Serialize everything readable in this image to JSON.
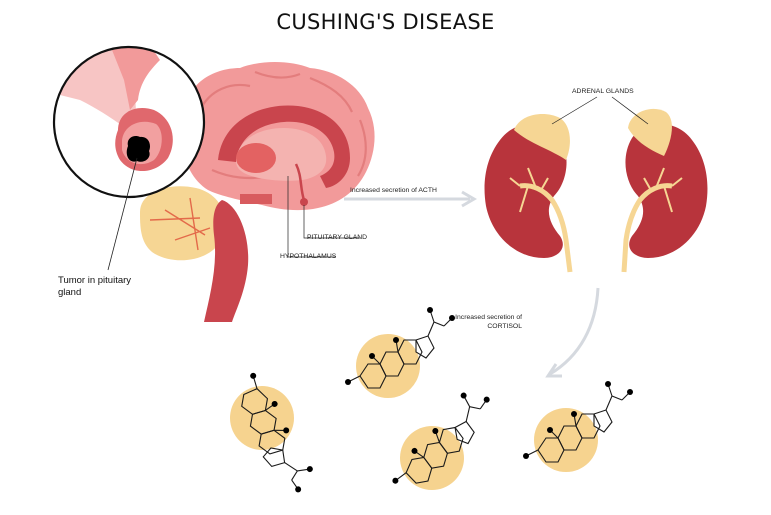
{
  "title": "CUSHING'S DISEASE",
  "labels": {
    "tumor": "Tumor in pituitary gland",
    "pituitary": "PITUITARY GLAND",
    "hypothalamus": "HYPOTHALAMUS",
    "adrenal": "ADRENAL GLANDS",
    "acth": "Increased secretion of ACTH",
    "cortisol_line1": "Increased secretion of",
    "cortisol_line2": "CORTISOL"
  },
  "colors": {
    "brain_pink": "#f29a9a",
    "brain_dark": "#c9454d",
    "kidney_red": "#b8343c",
    "adrenal_yellow": "#f6d694",
    "molecule_circle": "#f6d38f",
    "arrow_gray": "#d5d9df",
    "tumor_black": "#000000"
  },
  "icons": [
    "brain-illustration",
    "kidney-left-icon",
    "kidney-right-icon",
    "cortisol-molecule-icon",
    "magnifier-circle"
  ]
}
